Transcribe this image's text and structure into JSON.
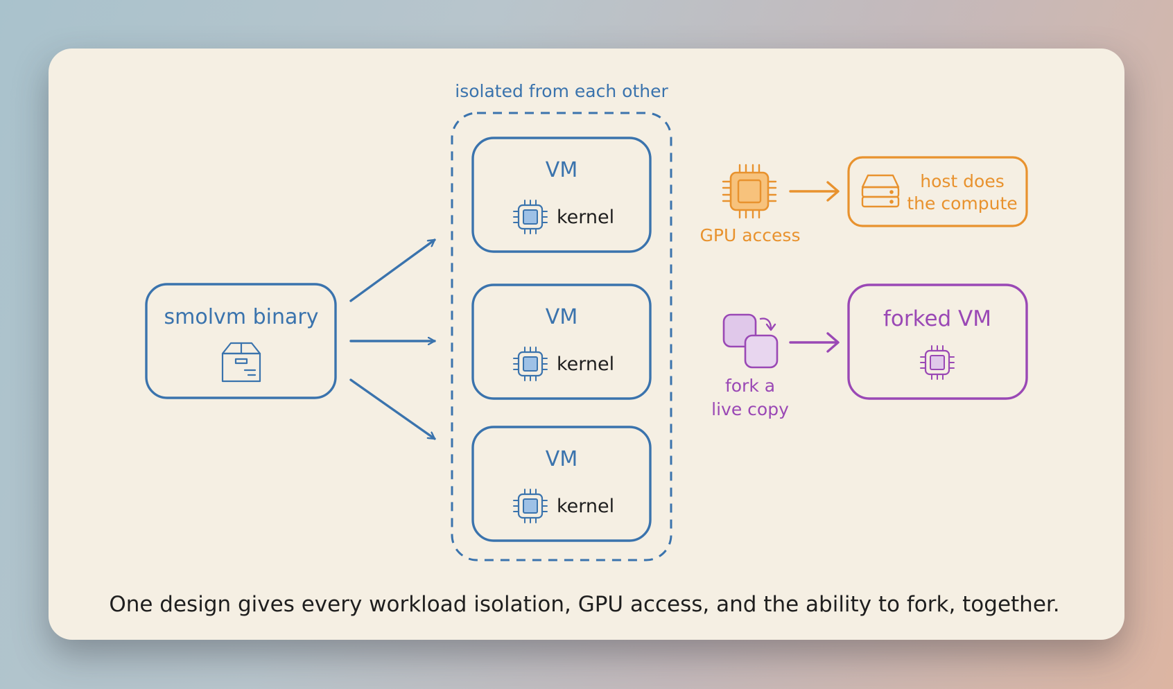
{
  "group_label": "isolated from each other",
  "binary": {
    "label": "smolvm binary",
    "icon": "package-box-icon"
  },
  "vms": [
    {
      "title": "VM",
      "kernel_label": "kernel",
      "icon": "chip-icon"
    },
    {
      "title": "VM",
      "kernel_label": "kernel",
      "icon": "chip-icon"
    },
    {
      "title": "VM",
      "kernel_label": "kernel",
      "icon": "chip-icon"
    }
  ],
  "gpu": {
    "label": "GPU access",
    "icon": "gpu-chip-icon",
    "target_lines": [
      "host does",
      "the compute"
    ],
    "target_icon": "server-stack-icon"
  },
  "fork": {
    "label_lines": [
      "fork a",
      "live copy"
    ],
    "icon": "copy-icon",
    "target_label": "forked VM",
    "target_icon": "chip-icon"
  },
  "caption": "One design gives every workload isolation, GPU access, and the ability to fork, together.",
  "colors": {
    "blue": "#3a73ad",
    "blue_fill": "#9ec1e6",
    "orange": "#e8922e",
    "orange_fill": "#f7c27c",
    "purple": "#9a48b5",
    "purple_fill": "#e0c8ea",
    "text": "#1e1e1e",
    "card": "#f5efe3"
  }
}
